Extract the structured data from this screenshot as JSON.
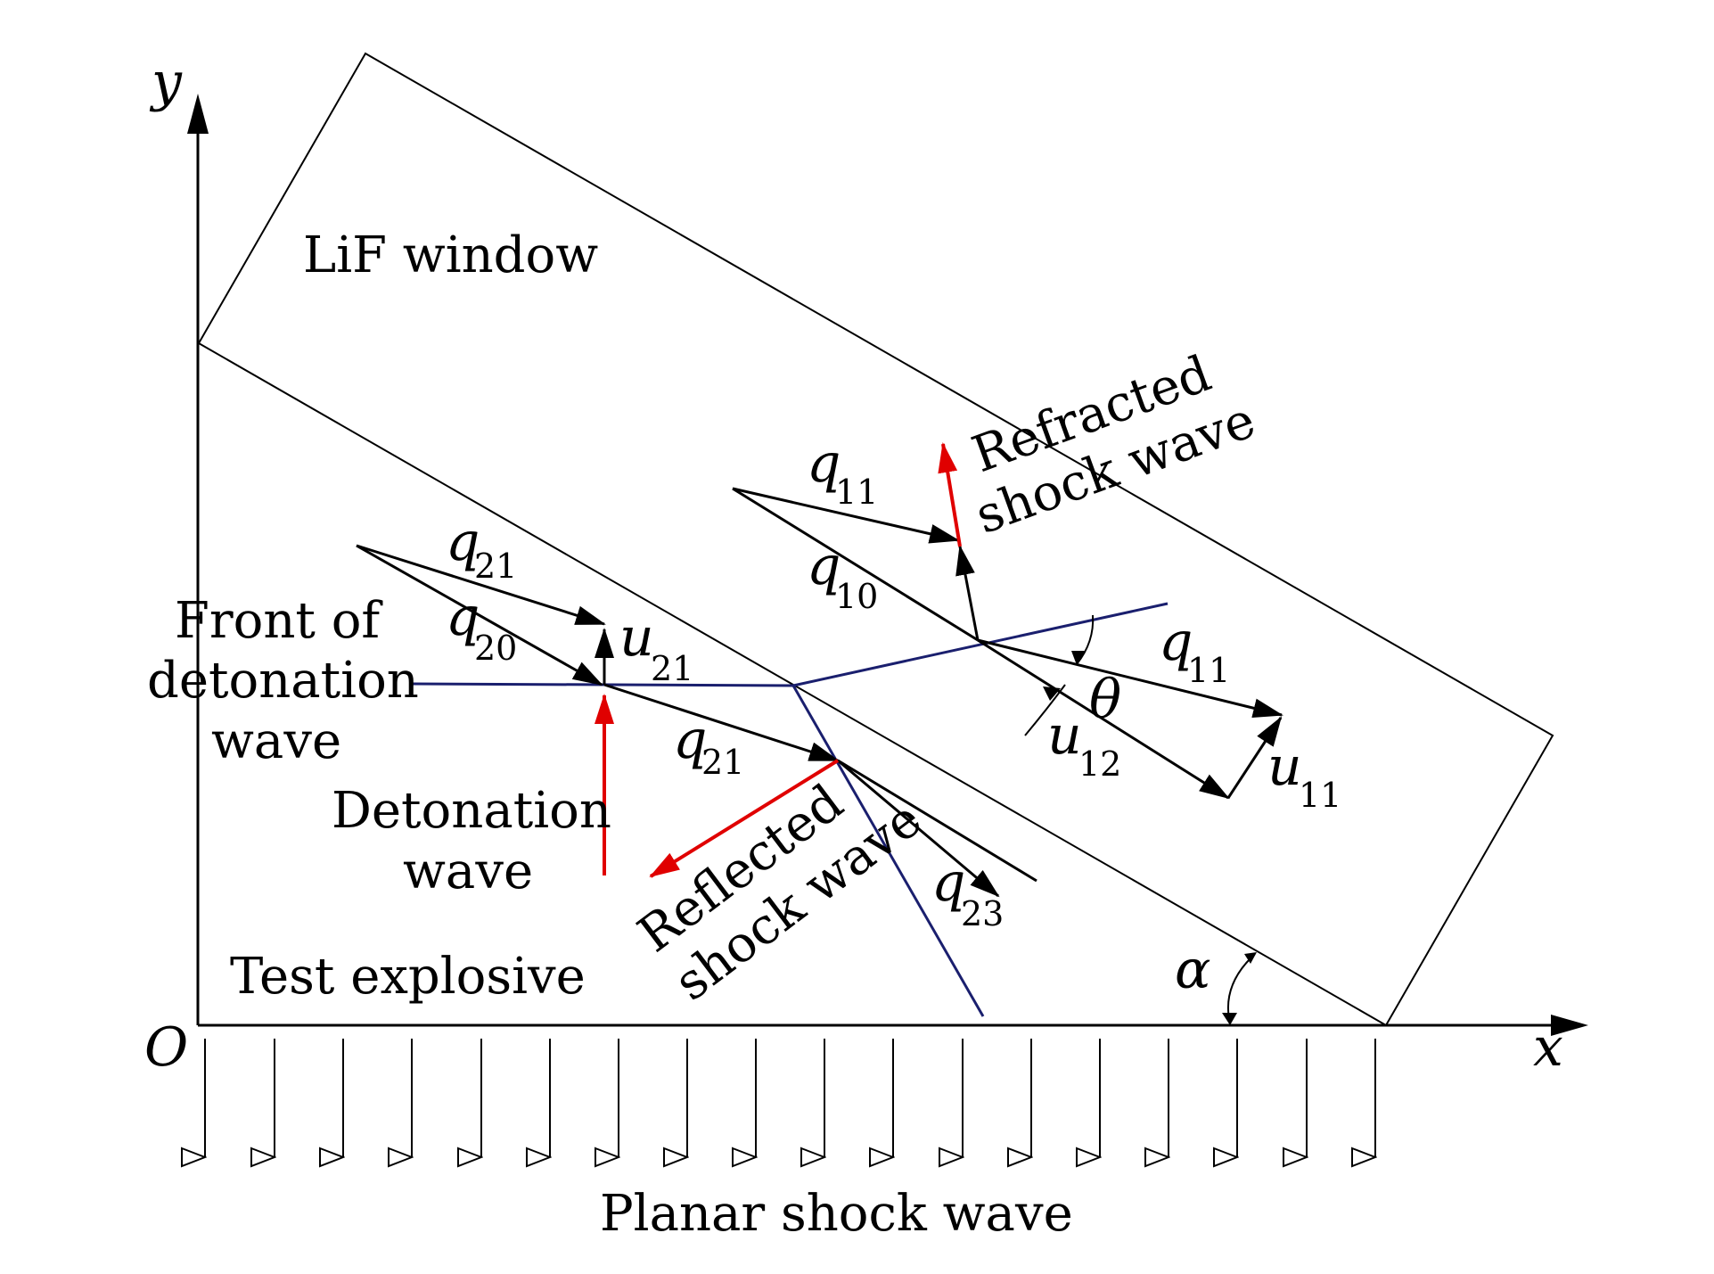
{
  "axes": {
    "x": "x",
    "y": "y",
    "origin": "O"
  },
  "labels": {
    "window": "LiF window",
    "explosive": "Test explosive",
    "front_l1": "Front of",
    "front_l2": "detonation",
    "front_l3": "wave",
    "det_l1": "Detonation",
    "det_l2": "wave",
    "refr_l1": "Refracted",
    "refr_l2": "shock wave",
    "refl_l1": "Reflected",
    "refl_l2": "shock wave",
    "planar": "Planar shock wave"
  },
  "symbols": {
    "q": "q",
    "u": "u",
    "theta": "θ",
    "alpha": "α",
    "s21": "21",
    "s20": "20",
    "s11": "11",
    "s10": "10",
    "s12": "12",
    "s23": "23"
  },
  "colors": {
    "line": "#000000",
    "interface": "#1a1f6e",
    "highlight": "#e00000"
  }
}
